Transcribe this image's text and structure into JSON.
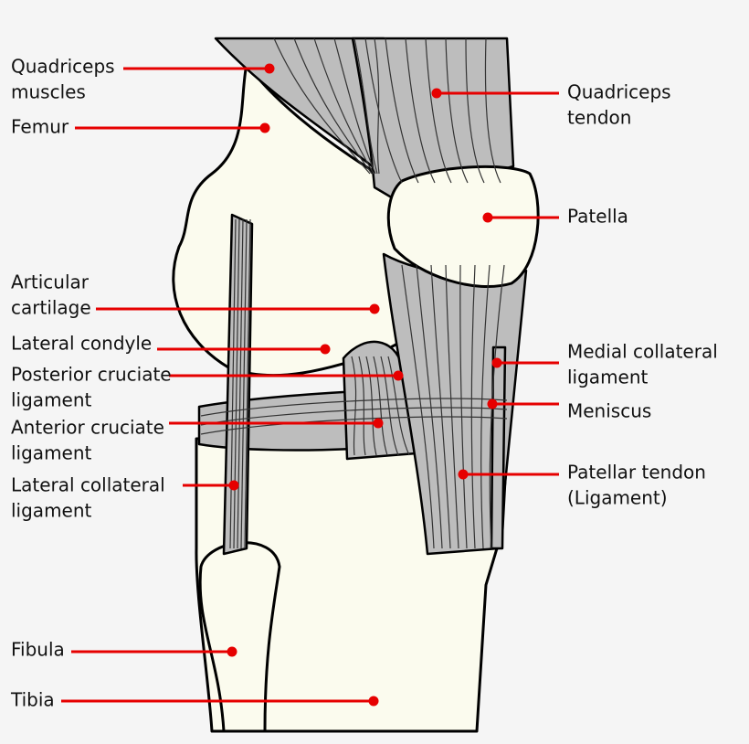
{
  "colors": {
    "background": "#f5f5f5",
    "bone": "#fbfbee",
    "soft_tissue": "#bdbdbd",
    "leader": "#e60000"
  },
  "labels": {
    "left": [
      {
        "id": "quadriceps-muscles",
        "lines": [
          "Quadriceps",
          "muscles"
        ]
      },
      {
        "id": "femur",
        "lines": [
          "Femur"
        ]
      },
      {
        "id": "articular-cartilage",
        "lines": [
          "Articular",
          "cartilage"
        ]
      },
      {
        "id": "lateral-condyle",
        "lines": [
          "Lateral condyle"
        ]
      },
      {
        "id": "posterior-cruciate-ligament",
        "lines": [
          "Posterior cruciate",
          "ligament"
        ]
      },
      {
        "id": "anterior-cruciate-ligament",
        "lines": [
          "Anterior cruciate",
          "ligament"
        ]
      },
      {
        "id": "lateral-collateral-ligament",
        "lines": [
          "Lateral collateral",
          "ligament"
        ]
      },
      {
        "id": "fibula",
        "lines": [
          "Fibula"
        ]
      },
      {
        "id": "tibia",
        "lines": [
          "Tibia"
        ]
      }
    ],
    "right": [
      {
        "id": "quadriceps-tendon",
        "lines": [
          "Quadriceps",
          "tendon"
        ]
      },
      {
        "id": "patella",
        "lines": [
          "Patella"
        ]
      },
      {
        "id": "medial-collateral-ligament",
        "lines": [
          "Medial collateral",
          "ligament"
        ]
      },
      {
        "id": "meniscus",
        "lines": [
          "Meniscus"
        ]
      },
      {
        "id": "patellar-tendon",
        "lines": [
          "Patellar tendon",
          "(Ligament)"
        ]
      }
    ]
  }
}
